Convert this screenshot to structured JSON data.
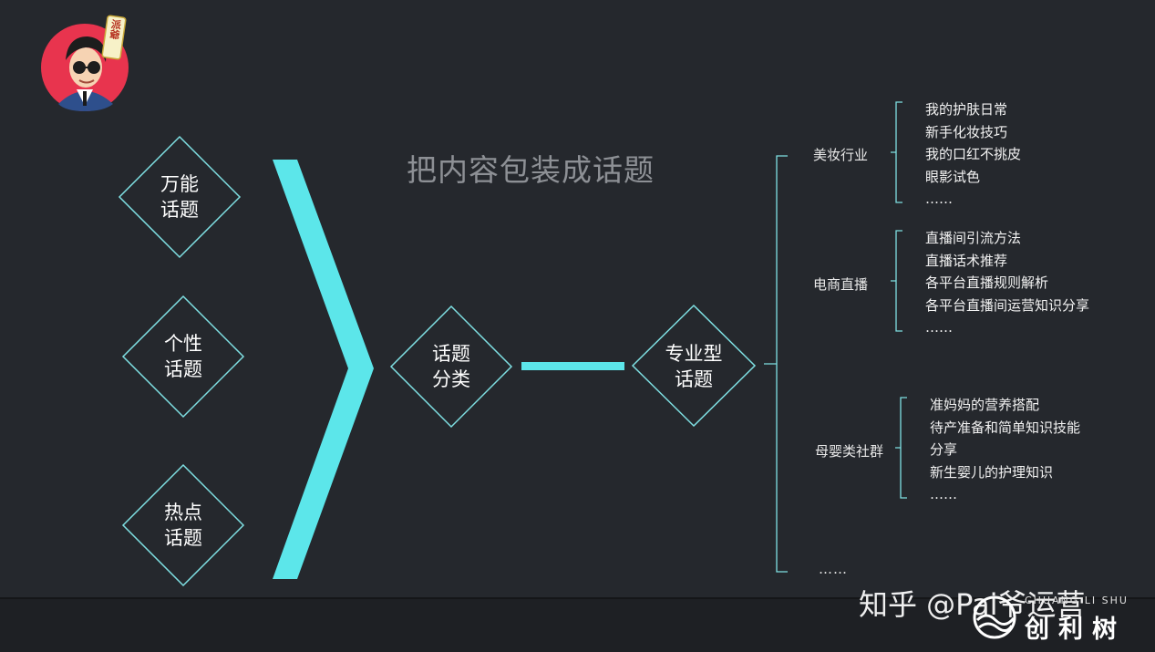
{
  "title": "把内容包装成话题",
  "left_topics": [
    {
      "line1": "万能",
      "line2": "话题"
    },
    {
      "line1": "个性",
      "line2": "话题"
    },
    {
      "line1": "热点",
      "line2": "话题"
    }
  ],
  "center_node": {
    "line1": "话题",
    "line2": "分类"
  },
  "right_node": {
    "line1": "专业型",
    "line2": "话题"
  },
  "categories": [
    {
      "name": "美妆行业",
      "items": [
        "我的护肤日常",
        "新手化妆技巧",
        "我的口红不挑皮",
        "眼影试色",
        "……"
      ]
    },
    {
      "name": "电商直播",
      "items": [
        "直播间引流方法",
        "直播话术推荐",
        "各平台直播规则解析",
        "各平台直播间运营知识分享",
        "……"
      ]
    },
    {
      "name": "母婴类社群",
      "items": [
        "准妈妈的营养搭配",
        "待产准备和简单知识技能",
        "分享",
        "新生婴儿的护理知识",
        "……"
      ]
    }
  ],
  "trailing_more": "……",
  "avatar_badge": "派爺",
  "watermark": "知乎 @Pai爷运营",
  "brand": {
    "name": "创利树",
    "sub": "CHUANG LI SHU"
  },
  "colors": {
    "accent": "#5ce6ea",
    "outline": "#7fe0e3",
    "background": "#25282d"
  }
}
